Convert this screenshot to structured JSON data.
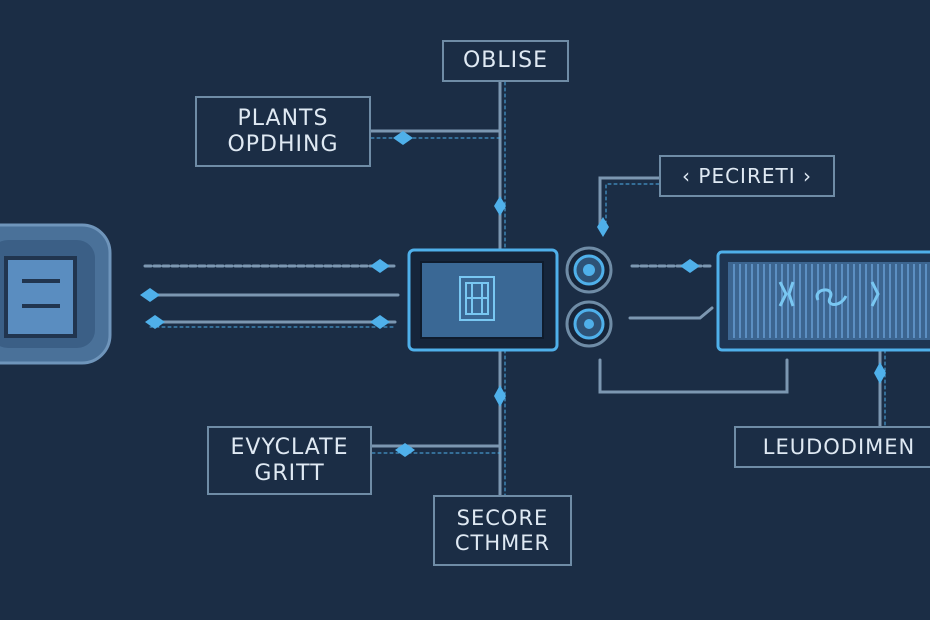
{
  "colors": {
    "background": "#1b2d45",
    "line": "#7c97b1",
    "accent": "#4fb0ea",
    "box_fill": "#3d6a98",
    "text": "#dfe9f3"
  },
  "labels": {
    "top": "OBLISE",
    "left_upper": [
      "PLANTS",
      "OPDHING"
    ],
    "right_upper": "‹ PECIRETI ›",
    "left_lower": [
      "EVYCLATE",
      "GRITT"
    ],
    "bottom": [
      "SECORE",
      "CTHMER"
    ],
    "right_lower": "LEUDODIMEN"
  },
  "icons": {
    "left_device": "menu-list-icon",
    "center_screen": "grid-square-icon",
    "ring_top": "ring-node-icon",
    "ring_bottom": "ring-node-icon",
    "right_panel": "signal-knot-icon"
  }
}
